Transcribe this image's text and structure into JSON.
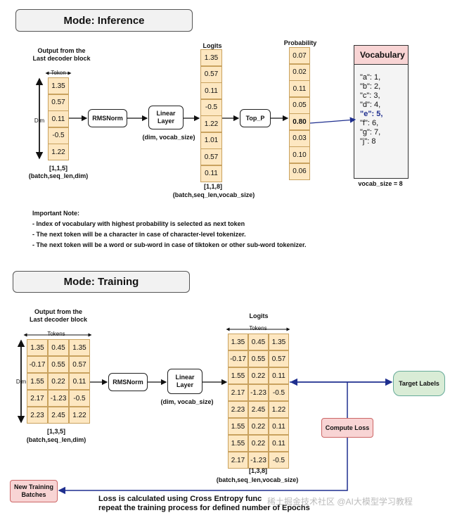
{
  "inference": {
    "mode_title": "Mode: Inference",
    "output_caption": "Output from the\nLast decoder block",
    "token_label": "Token",
    "dim_label": "Dim",
    "input_values": [
      "1.35",
      "0.57",
      "0.11",
      "-0.5",
      "1.22"
    ],
    "input_shape": "[1,1,5]",
    "input_shape_desc": "(batch,seq_len,dim)",
    "rmsnorm": "RMSNorm",
    "linear": "Linear\nLayer",
    "linear_desc": "(dim, vocab_size)",
    "logits_title": "Logits",
    "logits": [
      "1.35",
      "0.57",
      "0.11",
      "-0.5",
      "1.22",
      "1.01",
      "0.57",
      "0.11"
    ],
    "logits_shape": "[1,1,8]",
    "logits_shape_desc": "(batch,seq_len,vocab_size)",
    "top_p": "Top_P",
    "prob_title": "Probability",
    "probs": [
      "0.07",
      "0.02",
      "0.11",
      "0.05",
      "0.80",
      "0.03",
      "0.10",
      "0.06"
    ],
    "vocab_title": "Vocabulary",
    "vocab_items": [
      "\"a\": 1,",
      "\"b\": 2,",
      "\"c\": 3,",
      "\"d\": 4,",
      "\"e\": 5,",
      "\"f\": 6,",
      "\"g\": 7,",
      "\"j\": 8"
    ],
    "vocab_size": "vocab_size = 8",
    "note_title": "Important Note:",
    "notes": [
      "- Index of vocabulary with highest probability is selected as next token",
      "- The next token will be a character in case of character-level tokenizer.",
      "- The next token will be a word or sub-word in case of tiktoken or other sub-word tokenizer."
    ]
  },
  "training": {
    "mode_title": "Mode: Training",
    "output_caption": "Output from the\nLast decoder block",
    "tokens_label": "Tokens",
    "dim_label": "Dim",
    "input_rows": [
      [
        "1.35",
        "0.45",
        "1.35"
      ],
      [
        "-0.17",
        "0.55",
        "0.57"
      ],
      [
        "1.55",
        "0.22",
        "0.11"
      ],
      [
        "2.17",
        "-1.23",
        "-0.5"
      ],
      [
        "2.23",
        "2.45",
        "1.22"
      ]
    ],
    "input_shape": "[1,3,5]",
    "input_shape_desc": "(batch,seq_len,dim)",
    "rmsnorm": "RMSNorm",
    "linear": "Linear\nLayer",
    "linear_desc": "(dim, vocab_size)",
    "logits_title": "Logits",
    "logits_rows": [
      [
        "1.35",
        "0.45",
        "1.35"
      ],
      [
        "-0.17",
        "0.55",
        "0.57"
      ],
      [
        "1.55",
        "0.22",
        "0.11"
      ],
      [
        "2.17",
        "-1.23",
        "-0.5"
      ],
      [
        "2.23",
        "2.45",
        "1.22"
      ],
      [
        "1.55",
        "0.22",
        "0.11"
      ],
      [
        "1.55",
        "0.22",
        "0.11"
      ],
      [
        "2.17",
        "-1.23",
        "-0.5"
      ]
    ],
    "logits_shape": "[1,3,8]",
    "logits_shape_desc": "(batch,seq_len,vocab_size)",
    "target_labels": "Target Labels",
    "compute_loss": "Compute Loss",
    "new_batches": "New Training\nBatches",
    "footer_line1": "Loss is calculated using Cross Entropy func",
    "footer_line2": "repeat the training process for defined number of Epochs"
  },
  "watermark": "稀土掘金技术社区 @AI大模型学习教程"
}
